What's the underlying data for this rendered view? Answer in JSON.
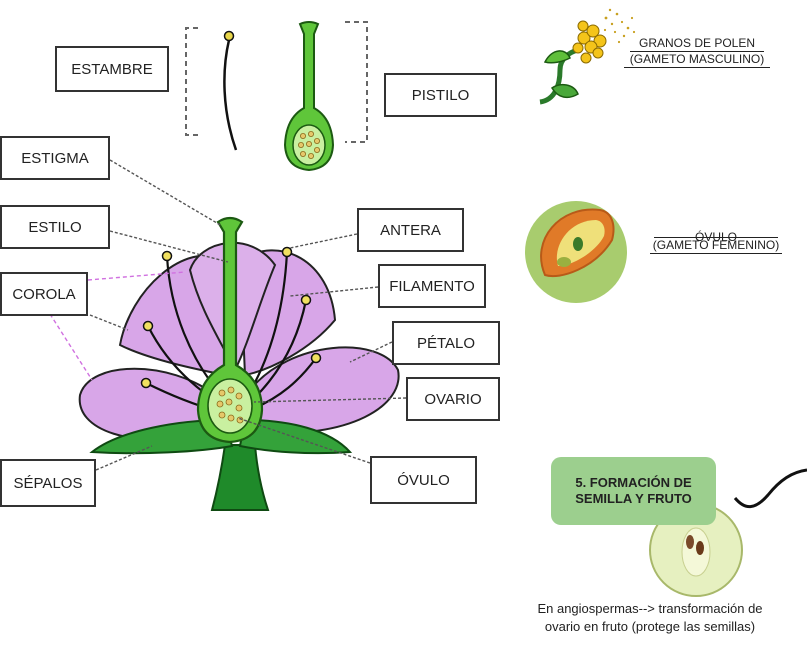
{
  "labels": {
    "estambre": "ESTAMBRE",
    "pistilo": "PISTILO",
    "estigma": "ESTIGMA",
    "estilo": "ESTILO",
    "corola": "COROLA",
    "sepalos": "SÉPALOS",
    "antera": "ANTERA",
    "filamento": "FILAMENTO",
    "petalo": "PÉTALO",
    "ovario": "OVARIO",
    "ovulo": "ÓVULO"
  },
  "side": {
    "polen_line1": "GRANOS DE POLEN",
    "polen_line2": "(GAMETO MASCULINO)",
    "ovulo_line1": "ÓVULO",
    "ovulo_line2": "(GAMETO FEMENINO)"
  },
  "step": {
    "line1": "5. FORMACIÓN DE",
    "line2": "SEMILLA Y FRUTO"
  },
  "caption": {
    "line1": "En angiospermas--> transformación de",
    "line2": "ovario en fruto (protege las semillas)"
  },
  "colors": {
    "petal": "#d8a6e8",
    "green": "#3aa83a",
    "light_green": "#8ddc5a",
    "ovule_yellow": "#f2d680",
    "badge": "#9ccf8e"
  }
}
